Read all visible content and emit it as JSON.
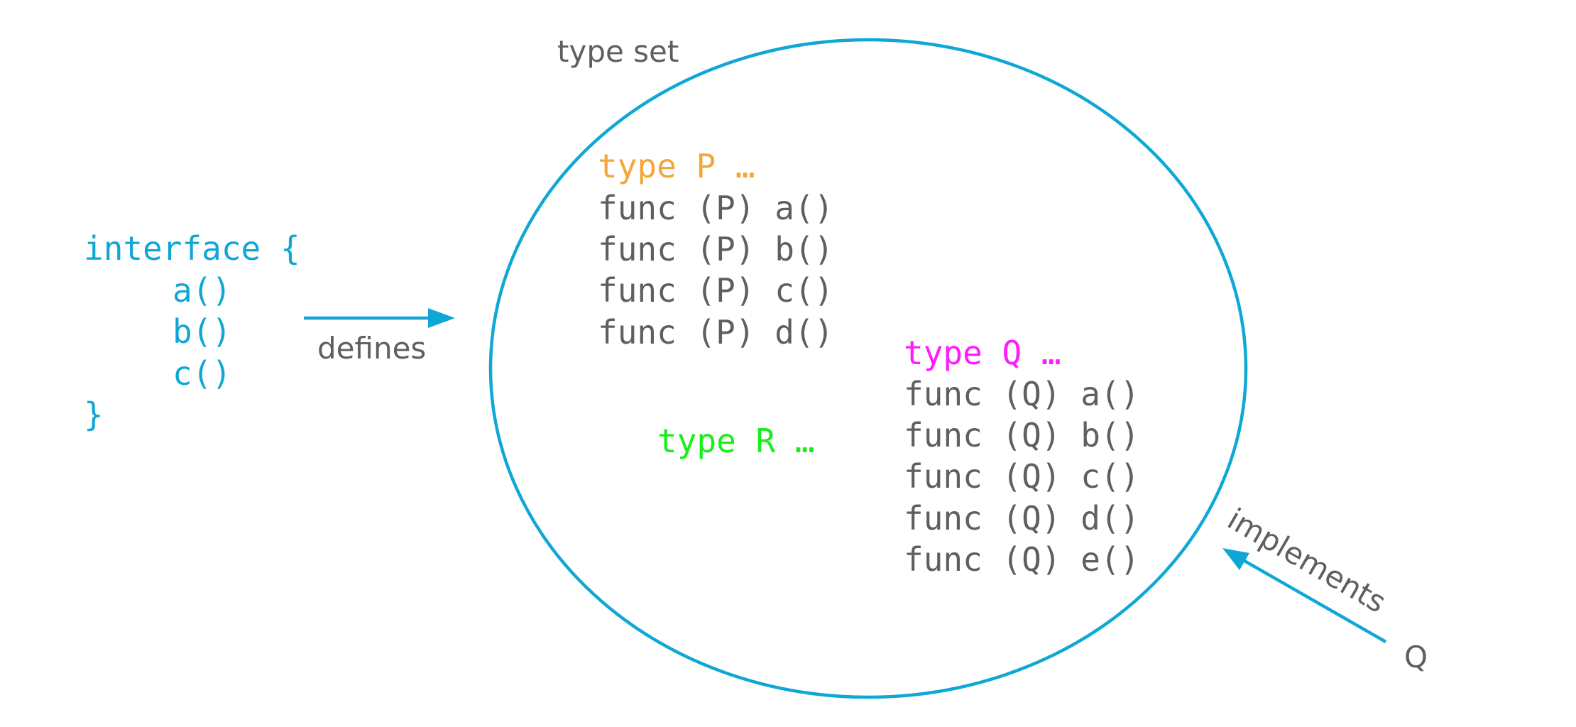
{
  "colors": {
    "blue": "#0fa8d6",
    "orange": "#f5a63a",
    "magenta": "#ff1aff",
    "green": "#1aee1a",
    "gray": "#5f5f5f"
  },
  "type_set": {
    "label": "type set"
  },
  "interface": {
    "lines": [
      "interface {",
      "a()",
      "b()",
      "c()",
      "}"
    ]
  },
  "defines_label": "defines",
  "implements_label": "implements",
  "q_label": "Q",
  "type_p": {
    "header": "type P …",
    "methods": [
      "func (P) a()",
      "func (P) b()",
      "func (P) c()",
      "func (P) d()"
    ]
  },
  "type_q": {
    "header": "type Q …",
    "methods": [
      "func (Q) a()",
      "func (Q) b()",
      "func (Q) c()",
      "func (Q) d()",
      "func (Q) e()"
    ]
  },
  "type_r": {
    "header": "type R …"
  }
}
